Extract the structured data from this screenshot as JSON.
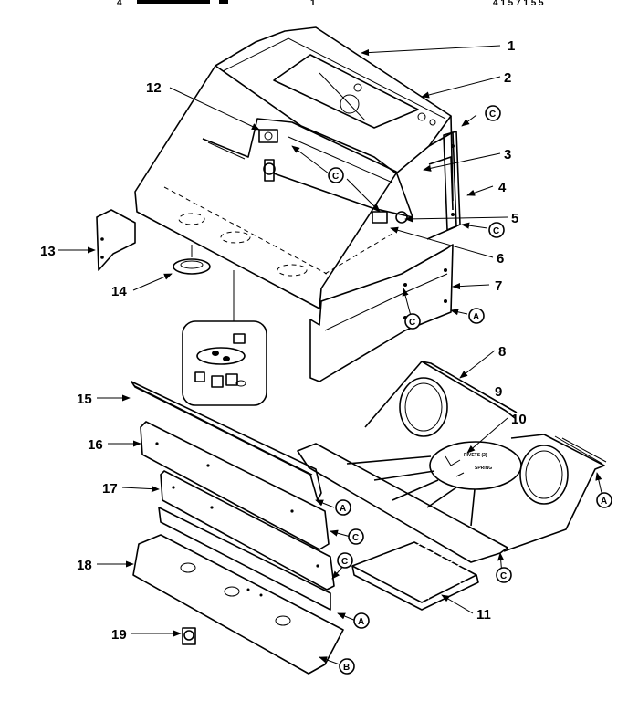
{
  "header": {
    "fragment_left": "4",
    "fragment_mid": "1",
    "fragment_right": "4 1 5 7 1 5 5"
  },
  "callouts": {
    "c1": "1",
    "c2": "2",
    "c3": "3",
    "c4": "4",
    "c5": "5",
    "c6": "6",
    "c7": "7",
    "c8": "8",
    "c9": "9",
    "c10": "10",
    "c11": "11",
    "c12": "12",
    "c13": "13",
    "c14": "14",
    "c15": "15",
    "c16": "16",
    "c17": "17",
    "c18": "18",
    "c19": "19"
  },
  "ref_tags": {
    "a": "A",
    "b": "B",
    "c": "C"
  },
  "inset_labels": {
    "rivets": "RIVETS (2)",
    "spring": "SPRING"
  },
  "colors": {
    "ink": "#000000",
    "paper": "#ffffff"
  }
}
